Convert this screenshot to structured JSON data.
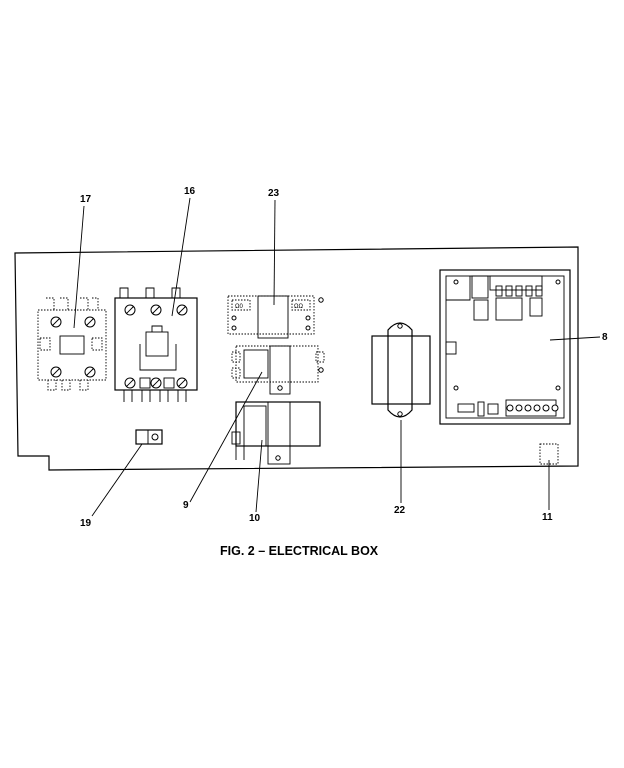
{
  "figure": {
    "caption": "FIG. 2 – ELECTRICAL BOX"
  },
  "callouts": {
    "c17": "17",
    "c16": "16",
    "c23": "23",
    "c8": "8",
    "c19": "19",
    "c9": "9",
    "c10": "10",
    "c22": "22",
    "c11": "11"
  }
}
